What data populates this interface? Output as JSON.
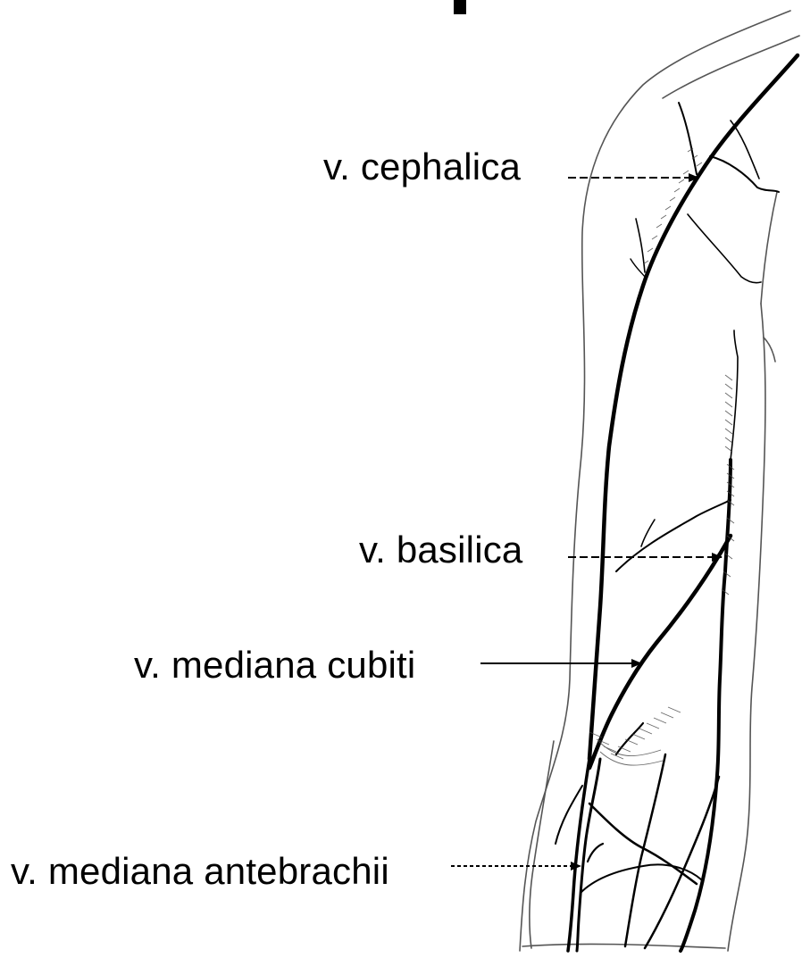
{
  "diagram": {
    "labels": {
      "cephalica": "v. cephalica",
      "basilica": "v. basilica",
      "mediana_cubiti": "v. mediana cubiti",
      "mediana_antebrachii": "v. mediana antebrachii"
    },
    "arrow_styles": {
      "cephalica": "dashed",
      "basilica": "dashed",
      "mediana_cubiti": "solid",
      "mediana_antebrachii": "dotted"
    },
    "colors": {
      "background": "#ffffff",
      "ink": "#000000",
      "outline": "#555555"
    }
  }
}
